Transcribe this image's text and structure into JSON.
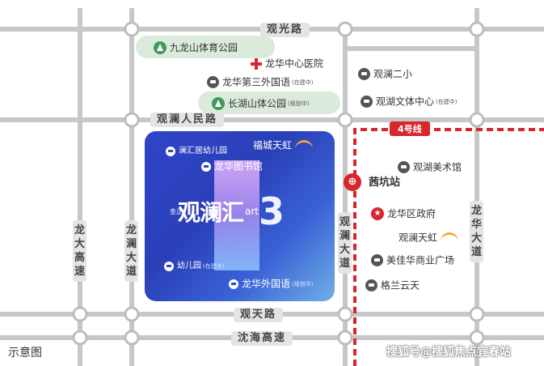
{
  "roads": {
    "guanguang": "观光路",
    "guanlan_renmin": "观澜人民路",
    "guantian": "观天路",
    "yanhai": "沈海高速",
    "longda": "龙大高速",
    "longlan": "龙澜大道",
    "guanlan_dadao": "观澜大道",
    "longhua_dadao": "龙华大道"
  },
  "pois": {
    "jiulongshan_park": "九龙山体育公园",
    "longhua_hospital": "龙华中心医院",
    "longhua_no3": "龙华第三外国语",
    "longhua_no3_note": "(在建中)",
    "changhushan_park": "长湖山体公园",
    "changhushan_note": "(规划中)",
    "guanlan_no2": "观澜二小",
    "guanhu_culture": "观湖文体中心",
    "guanhu_culture_note": "(在建中)",
    "guanhu_art": "观湖美术馆",
    "xikeng_station": "茜坑站",
    "district_gov": "龙华区政府",
    "guanlan_tianhong": "观澜天虹",
    "meijiahua": "美佳华商业广场",
    "gelan": "格兰云天"
  },
  "card": {
    "lanhuiju": "澜汇居幼儿园",
    "fucheng_tianhong": "福城天虹",
    "library": "龙华图书馆",
    "kindergarten": "幼儿园",
    "kindergarten_note": "(在建中)",
    "foreign_school": "龙华外国语",
    "foreign_school_note": "(规划中)",
    "brand_small": "金正",
    "brand_name": "观澜汇",
    "brand_art": "art",
    "brand_num": "3"
  },
  "metro": {
    "line": "4号线"
  },
  "caption": "示意图",
  "watermark": "搜狐号@搜狐焦点宜春站",
  "colors": {
    "road": "#e4e4e4",
    "metro_red": "#d7262c",
    "park_green": "#3f9a5c",
    "card_blue": "#2f45c9"
  }
}
